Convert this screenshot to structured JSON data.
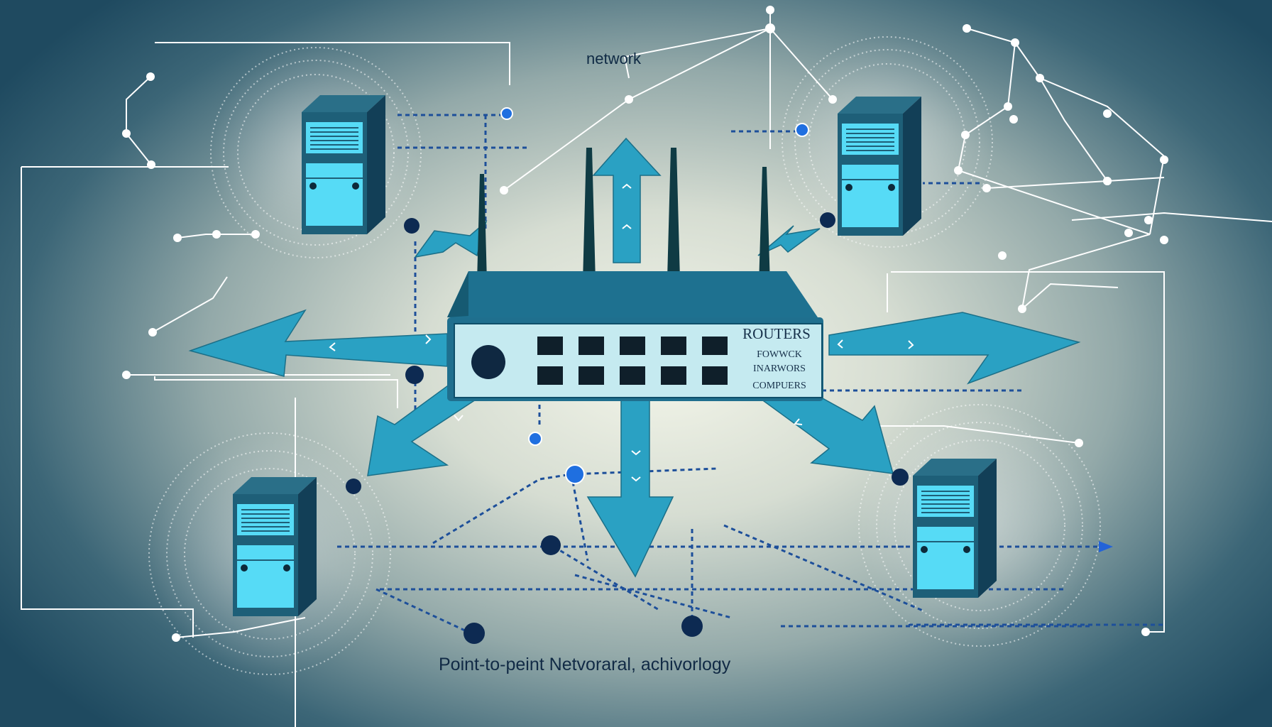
{
  "labels": {
    "network": "network",
    "footer": "Point-to-peint Netvoraral,  achivorlogy"
  },
  "router": {
    "lines": [
      "ROUTERS",
      "FOWWCK",
      "INARWORS",
      "COMPUERS"
    ]
  },
  "colors": {
    "arrow": "#2aa1c3",
    "server_body": "#1e5f78",
    "server_panel": "#56dbf6",
    "router_body": "#1f6f8e",
    "dot_dark": "#0d2a52",
    "dot_blue": "#1f6fe0"
  },
  "icons": [
    "router-icon",
    "server-icon",
    "arrow-icon",
    "node-dot-icon"
  ]
}
